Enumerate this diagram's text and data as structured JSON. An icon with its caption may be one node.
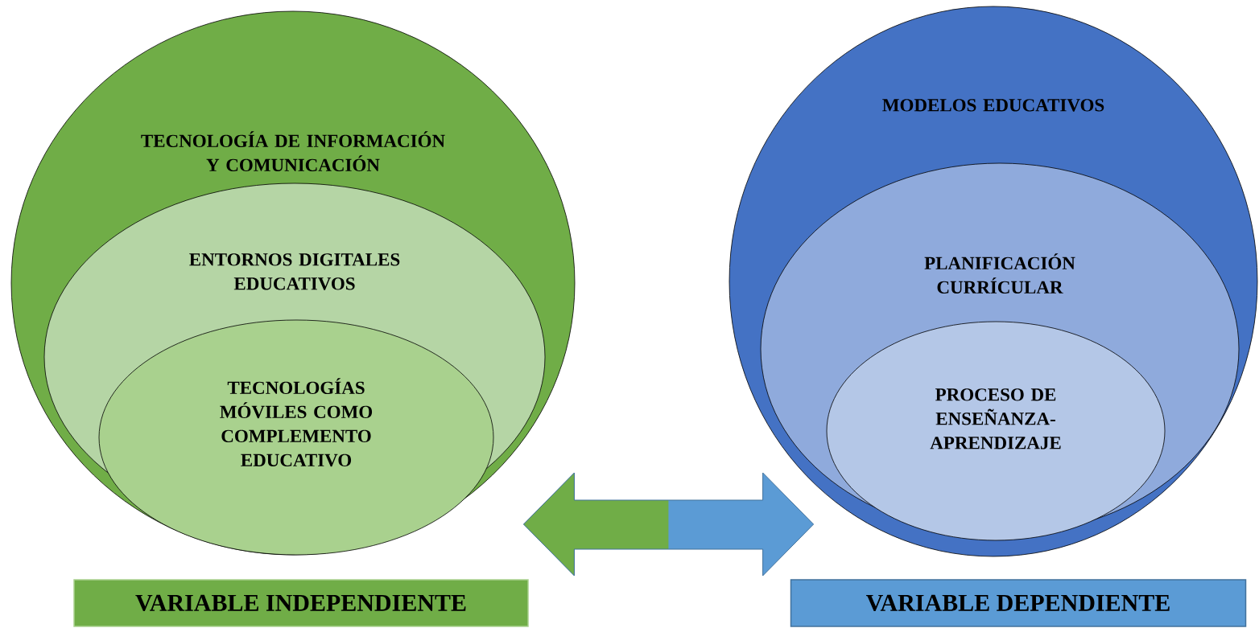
{
  "diagram": {
    "nodes": [
      {
        "text": [
          "TECNOLOGÍA DE INFORMACIÓN Y COMUNICACIÓN"
        ]
      },
      {
        "text": [
          "ENTORNOS DIGITALES EDUCATIVOS"
        ],
        "in": 0
      },
      {
        "text": [
          "TECNOLOGÍAS MÓVILES COMO COMPLEMENTO EDUCATIVO"
        ],
        "in": 1
      },
      {
        "text": [
          "MODELOS EDUCATIVOS"
        ]
      },
      {
        "text": [
          "PLANIFICACIÓN CURRÍCULAR"
        ],
        "in": 3
      },
      {
        "text": [
          "PROCESO DE ENSEÑANZA-APRENDIZAJE"
        ],
        "in": 4
      },
      {
        "text": [
          "VARIABLE INDEPENDIENTE"
        ]
      },
      {
        "text": [
          "VARIABLE DEPENDIENTE"
        ]
      }
    ],
    "edges": [
      {
        "from": 0,
        "to": 3,
        "arrow": "both"
      }
    ]
  }
}
